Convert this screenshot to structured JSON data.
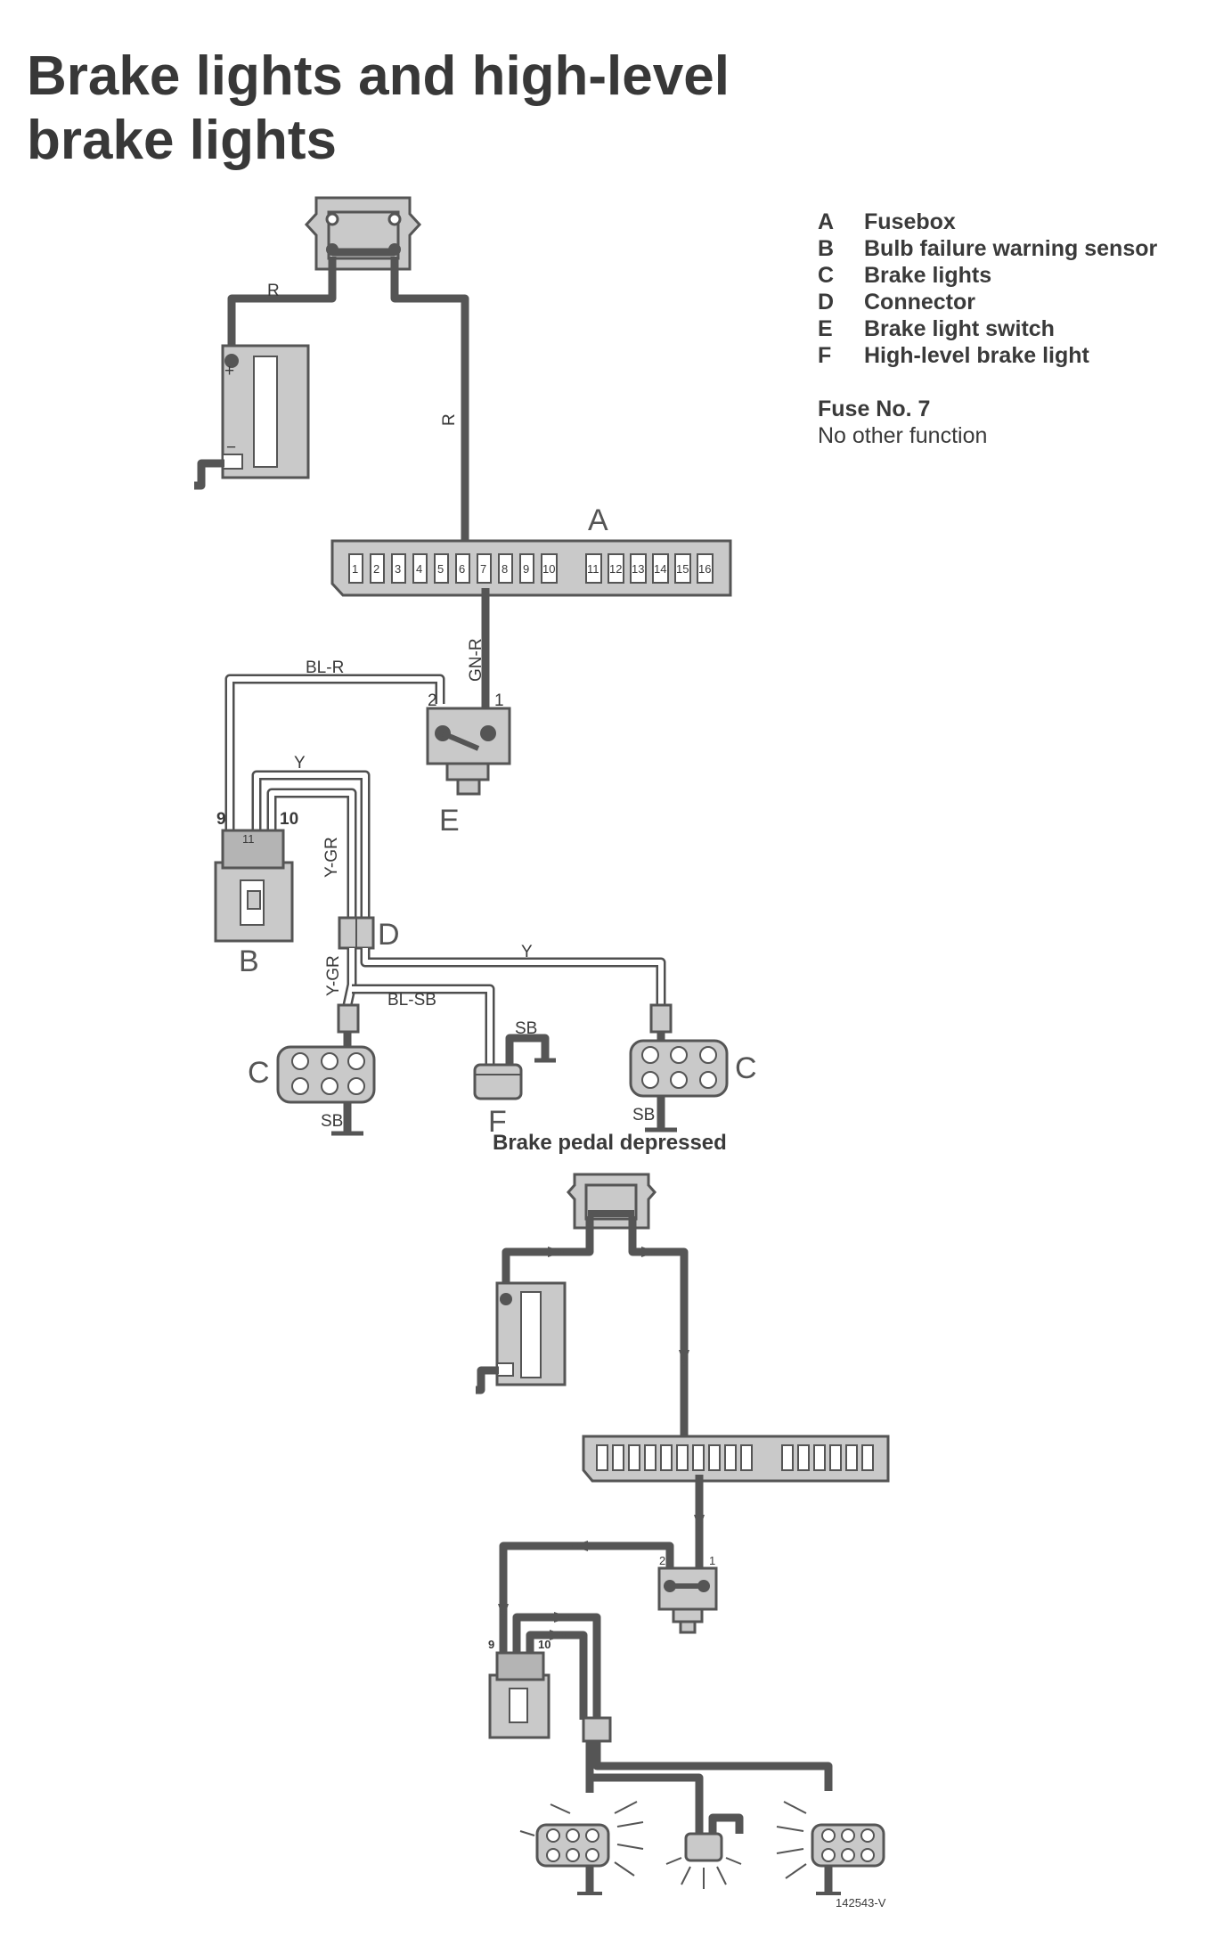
{
  "title": {
    "line1": "Brake lights and high-level",
    "line2": "brake lights"
  },
  "legend": [
    {
      "key": "A",
      "label": "Fusebox"
    },
    {
      "key": "B",
      "label": "Bulb failure warning sensor"
    },
    {
      "key": "C",
      "label": "Brake lights"
    },
    {
      "key": "D",
      "label": "Connector"
    },
    {
      "key": "E",
      "label": "Brake light switch"
    },
    {
      "key": "F",
      "label": "High-level brake light"
    }
  ],
  "fuse_note": {
    "fuse": "Fuse No. 7",
    "note": "No other function"
  },
  "diagram": {
    "component_letters": {
      "a": "A",
      "b": "B",
      "c": "C",
      "d": "D",
      "e": "E",
      "f": "F"
    },
    "wire_colors": {
      "r": "R",
      "gn_r": "GN-R",
      "bl_r": "BL-R",
      "y": "Y",
      "y_gr": "Y-GR",
      "bl_sb": "BL-SB",
      "sb": "SB"
    },
    "fuse_numbers": [
      "1",
      "2",
      "3",
      "4",
      "5",
      "6",
      "7",
      "8",
      "9",
      "10",
      "11",
      "12",
      "13",
      "14",
      "15",
      "16"
    ],
    "pins": {
      "p1": "1",
      "p2": "2",
      "p9": "9",
      "p10": "10",
      "p11": "11"
    },
    "battery_terminals": {
      "plus": "+",
      "minus": "−"
    },
    "subtitle": "Brake pedal depressed",
    "figure_code": "142543-V"
  }
}
